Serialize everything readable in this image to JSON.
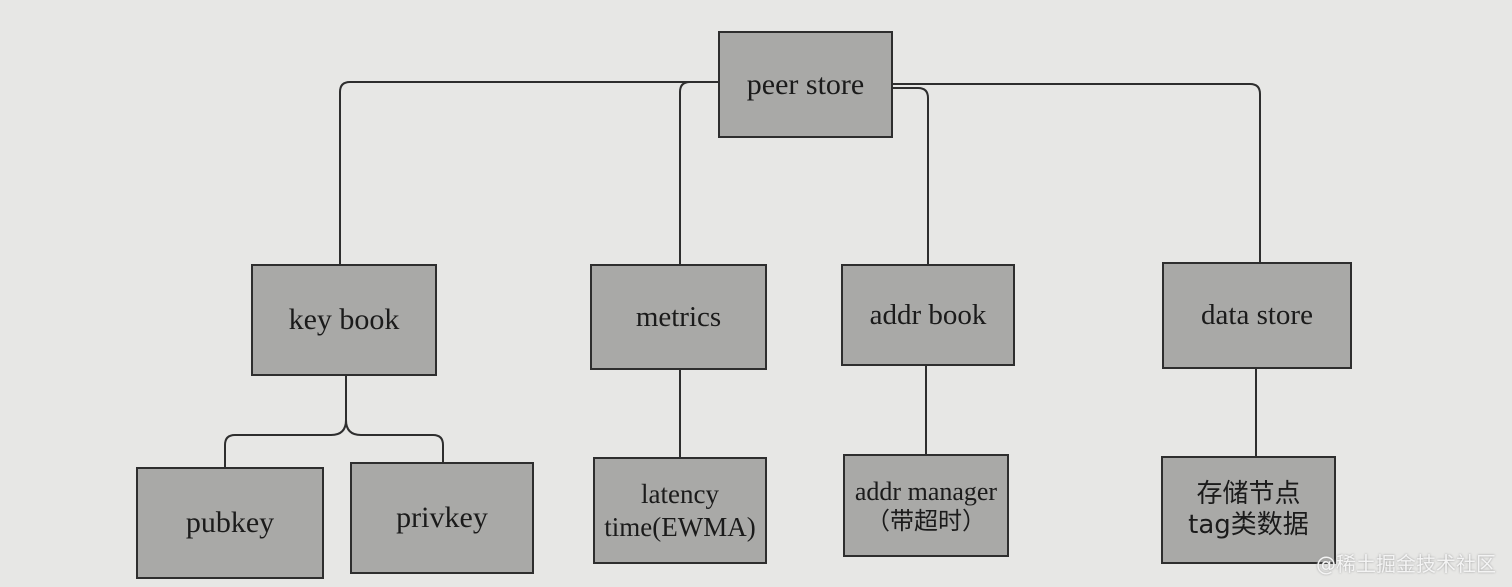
{
  "nodes": {
    "peer_store": "peer store",
    "key_book": "key book",
    "metrics": "metrics",
    "addr_book": "addr book",
    "data_store": "data store",
    "pubkey": "pubkey",
    "privkey": "privkey",
    "latency": {
      "line1": "latency",
      "line2": "time(EWMA)"
    },
    "addr_manager": {
      "line1": "addr manager",
      "line2": "（带超时）"
    },
    "tag_data": {
      "line1": "存储节点",
      "line2": "tag类数据"
    }
  },
  "watermark": "@稀土掘金技术社区",
  "colors": {
    "box_fill": "#a9a9a7",
    "box_border": "#2e2e2e",
    "line": "#2e2e2e",
    "background": "#e7e7e5"
  }
}
